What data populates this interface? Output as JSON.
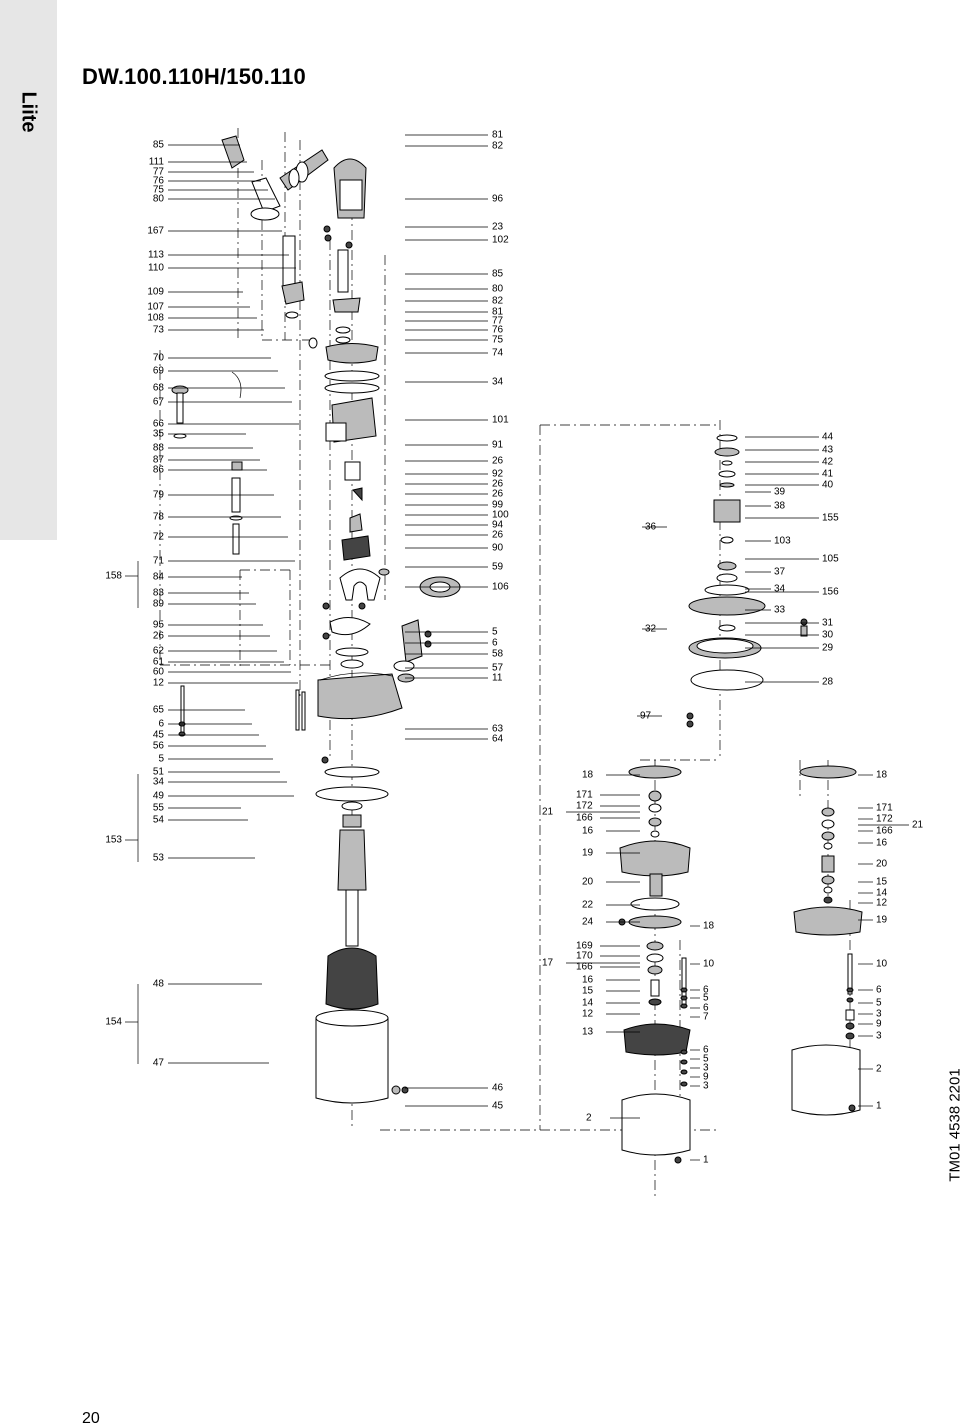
{
  "side_tab": {
    "label": "Liite"
  },
  "title": "DW.100.110H/150.110",
  "drawing_code": "TM01 4538 2201",
  "page_number": "20",
  "part_numbers": {
    "left_column": [
      "85",
      "111",
      "77",
      "76",
      "75",
      "80",
      "167",
      "113",
      "110",
      "109",
      "107",
      "108",
      "73",
      "70",
      "69",
      "68",
      "67",
      "66",
      "35",
      "88",
      "87",
      "86",
      "79",
      "78",
      "72",
      "71",
      "84",
      "83",
      "89",
      "95",
      "26",
      "62",
      "61",
      "60",
      "12",
      "65",
      "6",
      "45",
      "56",
      "5",
      "51",
      "34",
      "49",
      "55",
      "54",
      "53",
      "48",
      "47"
    ],
    "left_groups": [
      "158",
      "153",
      "154"
    ],
    "center_column": [
      "81",
      "82",
      "96",
      "23",
      "102",
      "85",
      "80",
      "82",
      "81",
      "77",
      "76",
      "75",
      "74",
      "34",
      "101",
      "91",
      "26",
      "92",
      "26",
      "26",
      "99",
      "100",
      "94",
      "26",
      "90",
      "59",
      "106",
      "5",
      "6",
      "58",
      "57",
      "11",
      "63",
      "64",
      "46",
      "45"
    ],
    "right_upper": [
      "44",
      "43",
      "42",
      "41",
      "40",
      "39",
      "38",
      "155",
      "36",
      "103",
      "105",
      "37",
      "34",
      "156",
      "33",
      "32",
      "31",
      "30",
      "29",
      "28",
      "97"
    ],
    "impeller_left": [
      "18",
      "21",
      "171",
      "172",
      "166",
      "16",
      "19",
      "20",
      "22",
      "24",
      "18",
      "17",
      "169",
      "170",
      "166",
      "16",
      "15",
      "14",
      "12",
      "10",
      "6",
      "5",
      "6",
      "7",
      "13",
      "6",
      "5",
      "3",
      "9",
      "3",
      "2",
      "1"
    ],
    "impeller_right": [
      "18",
      "171",
      "172",
      "166",
      "16",
      "21",
      "20",
      "15",
      "14",
      "12",
      "19",
      "10",
      "6",
      "5",
      "3",
      "9",
      "3",
      "2",
      "1"
    ]
  }
}
